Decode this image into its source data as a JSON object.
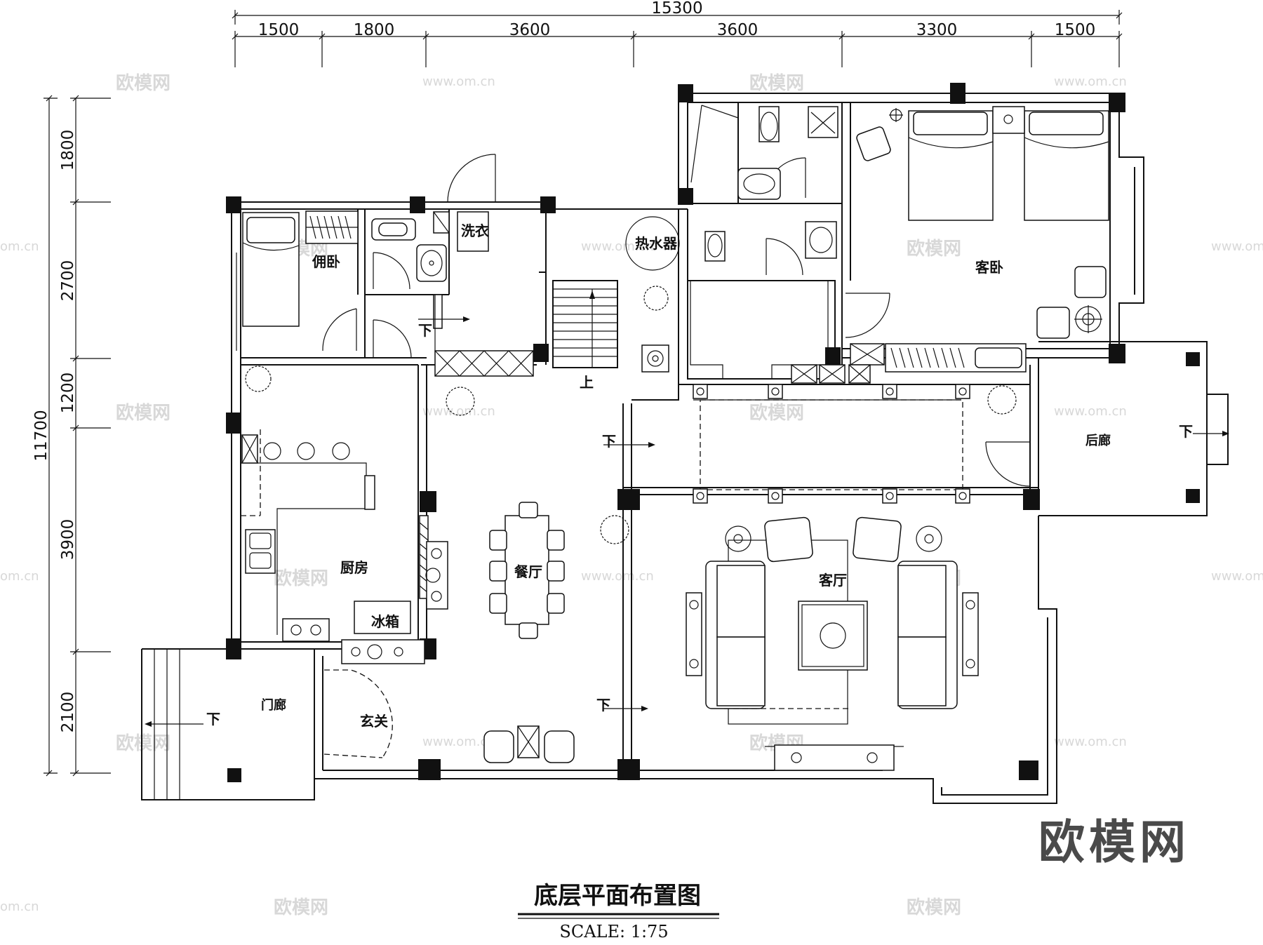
{
  "drawing": {
    "title": "底层平面布置图",
    "scale_text": "SCALE: 1:75"
  },
  "dimensions": {
    "top_total": "15300",
    "top_segments": [
      "1500",
      "1800",
      "3600",
      "3600",
      "3300",
      "1500"
    ],
    "left_total": "11700",
    "left_segments": [
      "1800",
      "2700",
      "1200",
      "3900",
      "2100"
    ]
  },
  "rooms": {
    "servant_bedroom": "佣卧",
    "laundry": "洗衣",
    "water_heater": "热水器",
    "guest_bedroom": "客卧",
    "kitchen": "厨房",
    "dining_room": "餐厅",
    "living_room": "客厅",
    "fridge": "冰箱",
    "front_porch": "门廊",
    "foyer": "玄关",
    "back_porch": "后廊"
  },
  "markers": {
    "down": "下",
    "up": "上"
  },
  "watermark": {
    "brand": "欧模网",
    "url": "www.om.cn",
    "url_fragment": "om.cn"
  }
}
